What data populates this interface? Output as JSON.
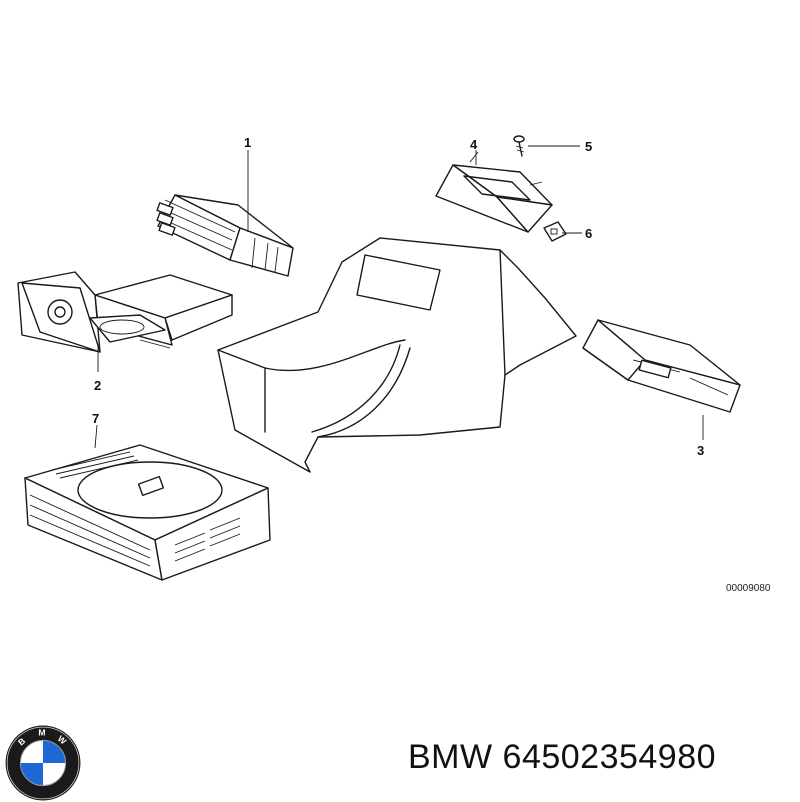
{
  "diagram": {
    "callouts": [
      {
        "id": "1",
        "label": "1"
      },
      {
        "id": "2",
        "label": "2"
      },
      {
        "id": "3",
        "label": "3"
      },
      {
        "id": "4",
        "label": "4"
      },
      {
        "id": "5",
        "label": "5"
      },
      {
        "id": "6",
        "label": "6"
      },
      {
        "id": "7",
        "label": "7"
      }
    ],
    "reference_code": "00009080"
  },
  "part": {
    "title": "BMW 64502354980"
  },
  "logo": {
    "icon": "bmw-roundel-icon",
    "letters": [
      "B",
      "M",
      "W"
    ],
    "colors": {
      "blue": "#1c69d4",
      "white": "#ffffff",
      "ring": "#1a1a1a"
    }
  }
}
